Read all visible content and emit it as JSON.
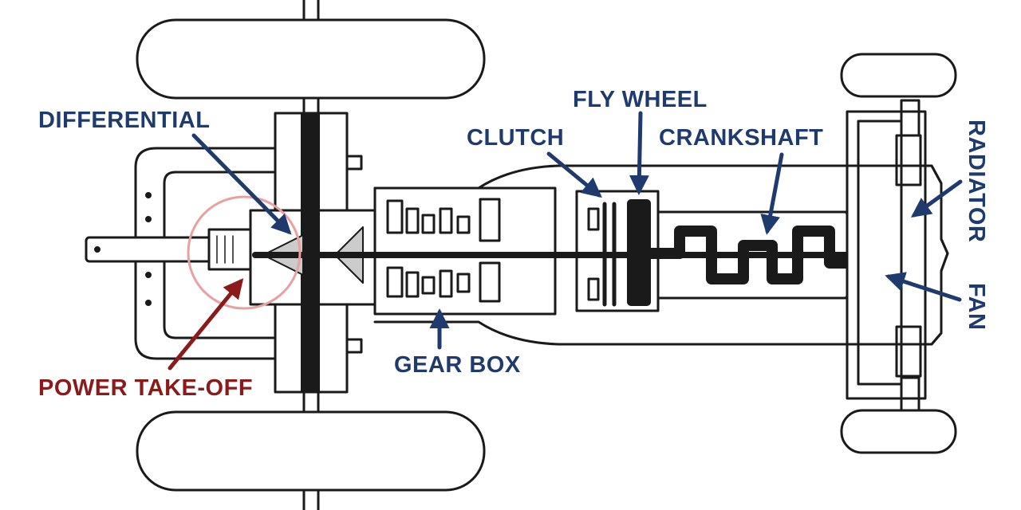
{
  "labels": {
    "differential": "DIFFERENTIAL",
    "fly_wheel": "FLY WHEEL",
    "clutch": "CLUTCH",
    "crankshaft": "CRANKSHAFT",
    "radiator": "RADIATOR",
    "fan": "FAN",
    "gear_box": "GEAR BOX",
    "power_take_off": "POWER TAKE-OFF"
  },
  "colors": {
    "label_blue": "#1f3a6d",
    "label_red": "#8b1a1a",
    "circle_highlight": "#e8a0a0",
    "line_art": "#1a1a1a"
  }
}
